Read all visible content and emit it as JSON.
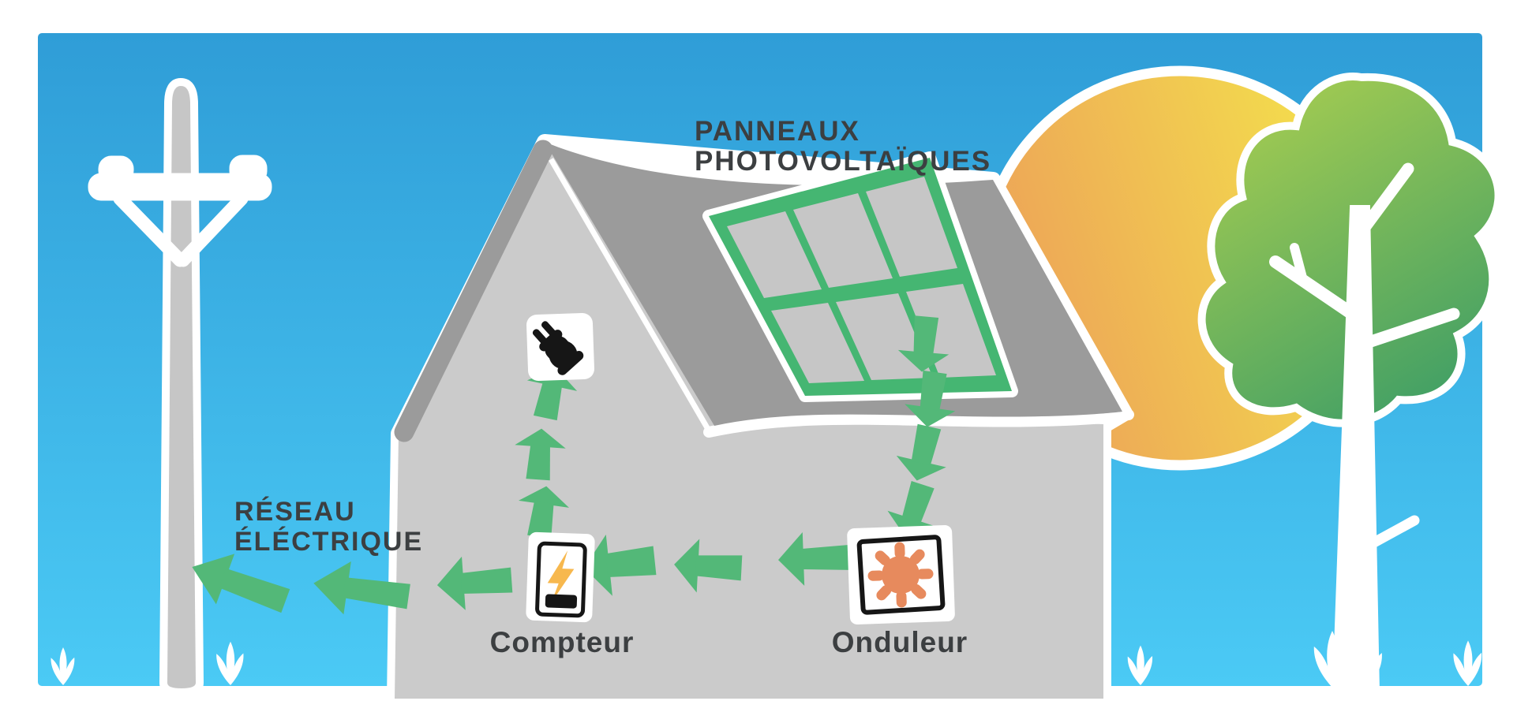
{
  "labels": {
    "panels": {
      "line1": "PANNEAUX",
      "line2": "PHOTOVOLTAÏQUES"
    },
    "grid": {
      "line1": "RÉSEAU",
      "line2": "ÉLÉCTRIQUE"
    },
    "meter": "Compteur",
    "inverter": "Onduleur"
  },
  "icons": {
    "plug": "power-plug",
    "meter": "lightning-bolt",
    "inverter": "sun",
    "flow": "green-arrow"
  },
  "colors": {
    "sky_top": "#2F9DD7",
    "sky_bottom": "#4BCAF5",
    "sun_left": "#EC9E59",
    "sun_right": "#F4E24C",
    "tree_light": "#A3CB51",
    "tree_dark": "#3E9E66",
    "house_wall": "#CBCBCB",
    "roof": "#9B9B9B",
    "pole": "#C6C6C6",
    "panel_cell": "#C6C6C6",
    "panel_frame": "#45B672",
    "arrow": "#53B878",
    "outline": "#FFFFFF",
    "text": "#3C3F41",
    "bolt": "#F7B84E",
    "inverter_sun": "#E78A5D",
    "icon_black": "#161616"
  }
}
